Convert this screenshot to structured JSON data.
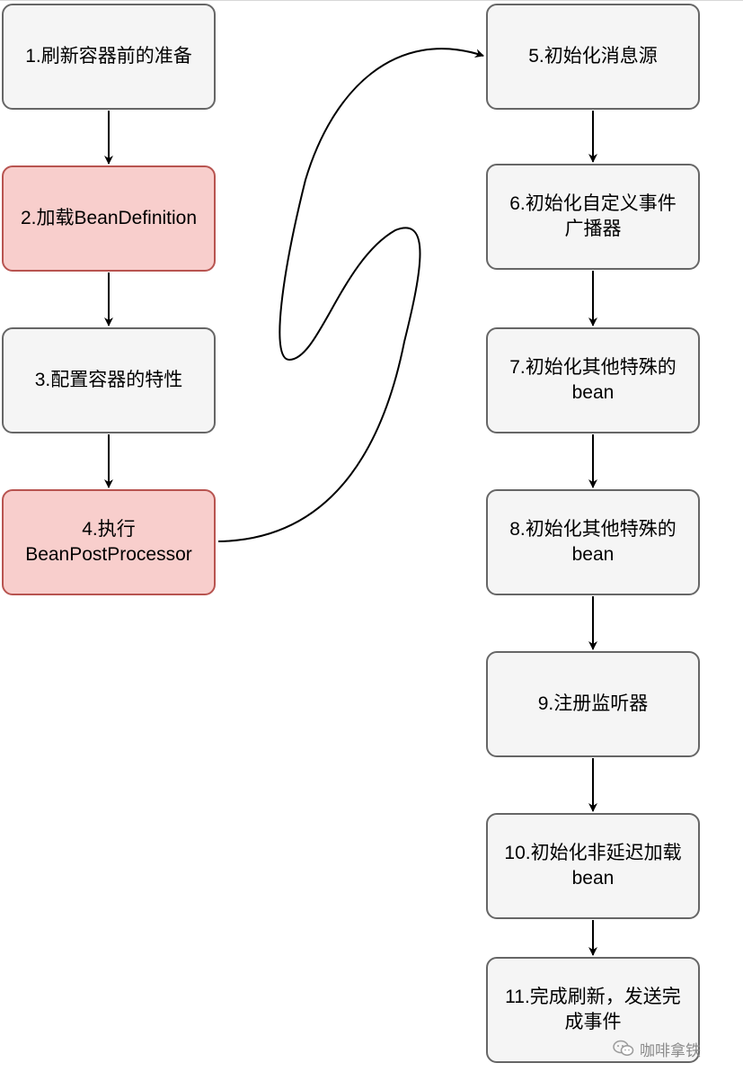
{
  "diagram": {
    "left_column": [
      {
        "id": "n1",
        "label": "1.刷新容器前的准备",
        "highlight": false
      },
      {
        "id": "n2",
        "label": "2.加载BeanDefinition",
        "highlight": true
      },
      {
        "id": "n3",
        "label": "3.配置容器的特性",
        "highlight": false
      },
      {
        "id": "n4",
        "label": "4.执行\nBeanPostProcessor",
        "highlight": true
      }
    ],
    "right_column": [
      {
        "id": "n5",
        "label": "5.初始化消息源",
        "highlight": false
      },
      {
        "id": "n6",
        "label": "6.初始化自定义事件\n广播器",
        "highlight": false
      },
      {
        "id": "n7",
        "label": "7.初始化其他特殊的\nbean",
        "highlight": false
      },
      {
        "id": "n8",
        "label": "8.初始化其他特殊的\nbean",
        "highlight": false
      },
      {
        "id": "n9",
        "label": "9.注册监听器",
        "highlight": false
      },
      {
        "id": "n10",
        "label": "10.初始化非延迟加载\nbean",
        "highlight": false
      },
      {
        "id": "n11",
        "label": "11.完成刷新，发送完\n成事件",
        "highlight": false
      }
    ],
    "colors": {
      "default_fill": "#f5f5f5",
      "default_stroke": "#666666",
      "highlight_fill": "#f8cecc",
      "highlight_stroke": "#b85450",
      "connector": "#000000"
    }
  },
  "watermark": {
    "text": "咖啡拿铁",
    "icon": "wechat-icon"
  }
}
